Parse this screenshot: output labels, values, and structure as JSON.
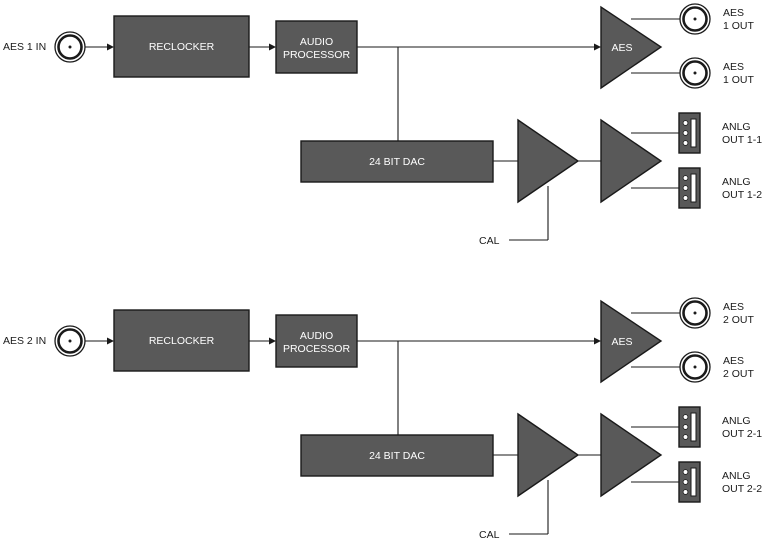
{
  "channels": [
    {
      "input_label": "AES 1 IN",
      "reclocker_label": "RECLOCKER",
      "processor_label": [
        "AUDIO",
        "PROCESSOR"
      ],
      "dac_label": "24 BIT DAC",
      "aes_amp_label": "AES",
      "cal_label": "CAL",
      "aes_outputs": [
        [
          "AES",
          "1 OUT"
        ],
        [
          "AES",
          "1 OUT"
        ]
      ],
      "analog_outputs": [
        [
          "ANLG",
          "OUT 1-1"
        ],
        [
          "ANLG",
          "OUT 1-2"
        ]
      ]
    },
    {
      "input_label": "AES 2 IN",
      "reclocker_label": "RECLOCKER",
      "processor_label": [
        "AUDIO",
        "PROCESSOR"
      ],
      "dac_label": "24 BIT DAC",
      "aes_amp_label": "AES",
      "cal_label": "CAL",
      "aes_outputs": [
        [
          "AES",
          "2 OUT"
        ],
        [
          "AES",
          "2 OUT"
        ]
      ],
      "analog_outputs": [
        [
          "ANLG",
          "OUT 2-1"
        ],
        [
          "ANLG",
          "OUT 2-2"
        ]
      ]
    }
  ],
  "colors": {
    "block_fill": "#595959",
    "line": "#1a1a1a",
    "block_text": "#ffffff"
  }
}
